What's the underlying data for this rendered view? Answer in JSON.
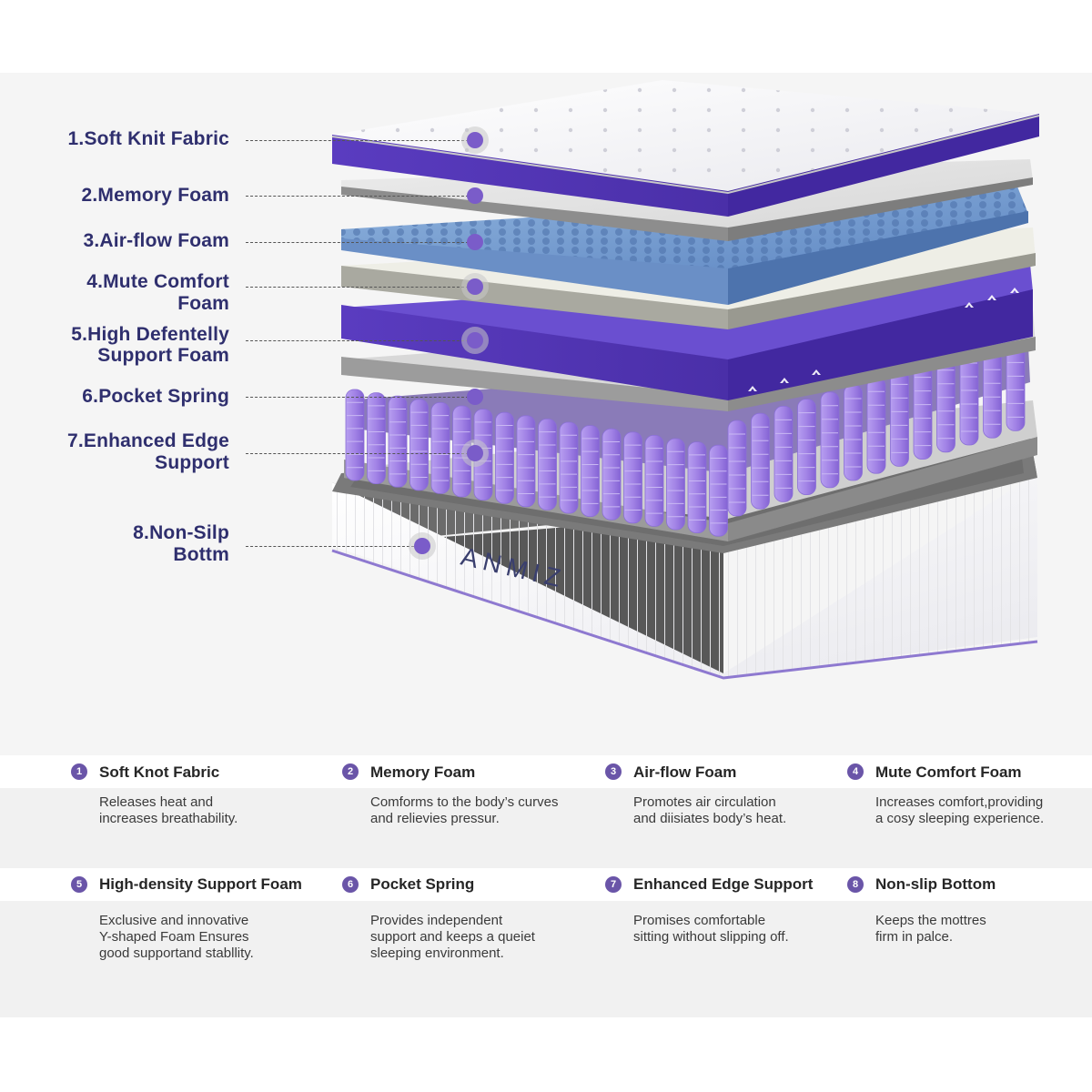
{
  "brand": "ANMIZ",
  "colors": {
    "purple": "#5c3fbf",
    "purple_dark": "#4a2fa8",
    "label": "#2f2f6e",
    "spring": "#a98be6"
  },
  "layers": [
    {
      "label": "1.Soft Knit Fabric"
    },
    {
      "label": "2.Memory Foam"
    },
    {
      "label": "3.Air-flow Foam"
    },
    {
      "label": "4.Mute Comfort\nFoam"
    },
    {
      "label": "5.High Defentelly\nSupport Foam"
    },
    {
      "label": "6.Pocket Spring"
    },
    {
      "label": "7.Enhanced Edge\nSupport"
    },
    {
      "label": "8.Non-Silp\nBottm"
    }
  ],
  "features": [
    {
      "num": "1",
      "title": "Soft Knot Fabric",
      "desc": "Releases heat and\nincreases breathability."
    },
    {
      "num": "2",
      "title": "Memory Foam",
      "desc": "Comforms to the body’s curves\nand relievies pressur."
    },
    {
      "num": "3",
      "title": "Air-flow Foam",
      "desc": "Promotes air circulation\nand diisiates body’s heat."
    },
    {
      "num": "4",
      "title": "Mute Comfort Foam",
      "desc": "Increases comfort,providing\na cosy sleeping experience."
    },
    {
      "num": "5",
      "title": "High-density Support Foam",
      "desc": "Exclusive and innovative\nY-shaped Foam Ensures\ngood supportand stabllity."
    },
    {
      "num": "6",
      "title": "Pocket Spring",
      "desc": "Provides independent\nsupport and keeps a queiet\nsleeping environment."
    },
    {
      "num": "7",
      "title": "Enhanced Edge Support",
      "desc": "Promises comfortable\nsitting without slipping off."
    },
    {
      "num": "8",
      "title": "Non-slip Bottom",
      "desc": "Keeps the mottres\nfirm in palce."
    }
  ]
}
